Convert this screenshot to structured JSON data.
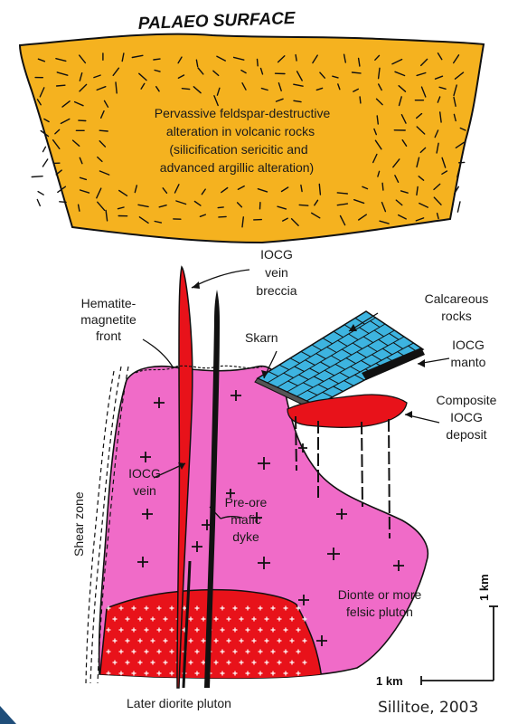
{
  "colors": {
    "volcanic": "#F5B21F",
    "pluton": "#F06BC8",
    "later_pluton": "#E8121A",
    "calcareous": "#3DB4E0",
    "ink": "#111111"
  },
  "labels": {
    "palaeo_surface": "PALAEO SURFACE",
    "alteration": [
      "Pervassive feldspar-destructive",
      "alteration in volcanic rocks",
      "(silicification sericitic and",
      "advanced argillic alteration)"
    ],
    "iocg_vein_breccia": [
      "IOCG",
      "vein",
      "breccia"
    ],
    "hematite_front": [
      "Hematite-",
      "magnetite",
      "front"
    ],
    "calcareous_rocks": [
      "Calcareous",
      "rocks"
    ],
    "skarn": "Skarn",
    "iocg_manto": [
      "IOCG",
      "manto"
    ],
    "composite_deposit": [
      "Composite",
      "IOCG",
      "deposit"
    ],
    "shear_zone": "Shear zone",
    "iocg_vein": [
      "IOCG",
      "vein"
    ],
    "pre_ore_dyke": [
      "Pre-ore",
      "mafic",
      "dyke"
    ],
    "diorite_pluton": [
      "Dionte or more",
      "felsic pluton"
    ],
    "later_pluton": "Later diorite pluton",
    "scale_vertical": "1 km",
    "scale_horizontal": "1 km",
    "credit": "Sillitoe, 2003"
  }
}
